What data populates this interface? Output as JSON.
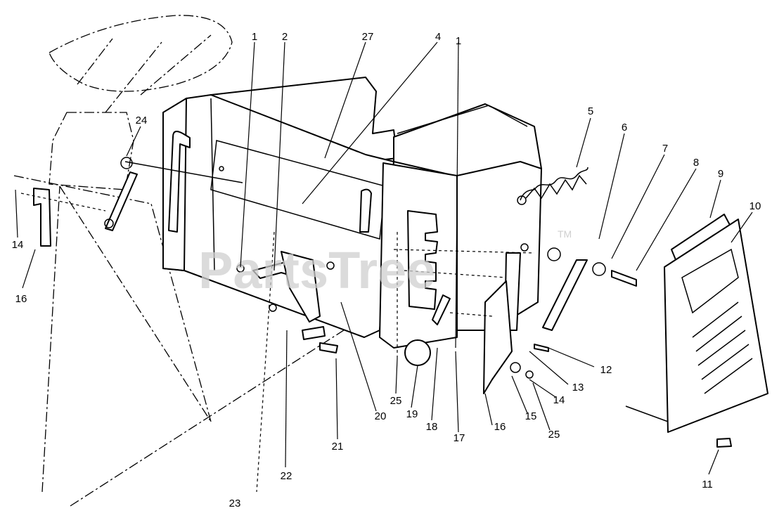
{
  "watermark": {
    "text": "PartsTree",
    "trademark": "TM"
  },
  "callouts": [
    {
      "id": "c1a",
      "label": "1"
    },
    {
      "id": "c2",
      "label": "2"
    },
    {
      "id": "c27",
      "label": "27"
    },
    {
      "id": "c4",
      "label": "4"
    },
    {
      "id": "c1b",
      "label": "1"
    },
    {
      "id": "c5",
      "label": "5"
    },
    {
      "id": "c6",
      "label": "6"
    },
    {
      "id": "c7",
      "label": "7"
    },
    {
      "id": "c8",
      "label": "8"
    },
    {
      "id": "c9",
      "label": "9"
    },
    {
      "id": "c10",
      "label": "10"
    },
    {
      "id": "c24",
      "label": "24"
    },
    {
      "id": "c14a",
      "label": "14"
    },
    {
      "id": "c16a",
      "label": "16"
    },
    {
      "id": "c12",
      "label": "12"
    },
    {
      "id": "c13",
      "label": "13"
    },
    {
      "id": "c14b",
      "label": "14"
    },
    {
      "id": "c25a",
      "label": "25"
    },
    {
      "id": "c19",
      "label": "19"
    },
    {
      "id": "c18",
      "label": "18"
    },
    {
      "id": "c20",
      "label": "20"
    },
    {
      "id": "c17",
      "label": "17"
    },
    {
      "id": "c16b",
      "label": "16"
    },
    {
      "id": "c15",
      "label": "15"
    },
    {
      "id": "c25b",
      "label": "25"
    },
    {
      "id": "c21",
      "label": "21"
    },
    {
      "id": "c22",
      "label": "22"
    },
    {
      "id": "c23",
      "label": "23"
    },
    {
      "id": "c11",
      "label": "11"
    }
  ]
}
